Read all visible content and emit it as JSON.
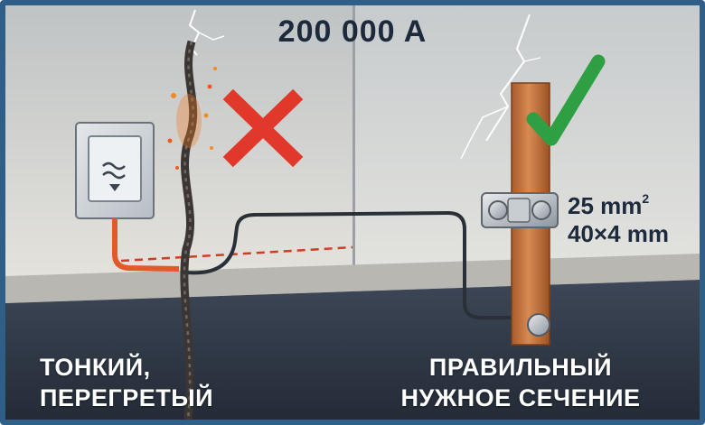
{
  "headline": "200 000 A",
  "left_panel": {
    "caption_line1": "ТОНКИЙ,",
    "caption_line2": "ПЕРЕГРЕТЫЙ",
    "status_icon": "red-x-icon",
    "device_icon": "surge-wave-icon"
  },
  "right_panel": {
    "caption_line1": "ПРАВИЛЬНЫЙ",
    "caption_line2": "НУЖНОЕ СЕЧЕНИЕ",
    "status_icon": "green-check-icon",
    "spec_area_value": "25 mm",
    "spec_area_sup": "2",
    "spec_bar": "40×4 mm"
  },
  "colors": {
    "frame": "#2f5f86",
    "red_mark": "#e0392b",
    "green_mark": "#2ea043",
    "copper": "#c8773f",
    "dark_text": "#1d2a3c"
  }
}
